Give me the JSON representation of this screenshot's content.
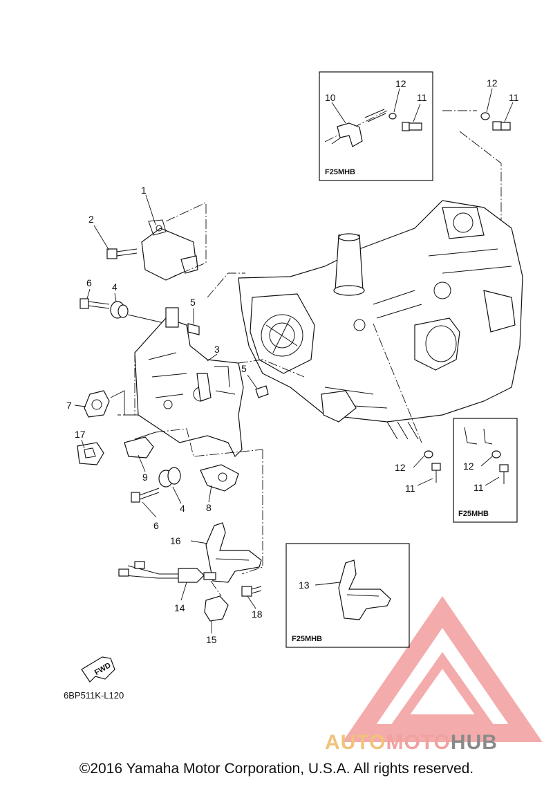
{
  "diagram": {
    "figure_code": "6BP511K-L120",
    "variant_label": "F25MHB",
    "fwd_label": "FWD",
    "callouts": {
      "p1": "1",
      "p2": "2",
      "p3": "3",
      "p4a": "4",
      "p4b": "4",
      "p5a": "5",
      "p5b": "5",
      "p6a": "6",
      "p6b": "6",
      "p7": "7",
      "p8": "8",
      "p9": "9",
      "p10": "10",
      "p11a": "11",
      "p11b": "11",
      "p11c": "11",
      "p11d": "11",
      "p12a": "12",
      "p12b": "12",
      "p12c": "12",
      "p12d": "12",
      "p13": "13",
      "p14": "14",
      "p15": "15",
      "p16": "16",
      "p17": "17",
      "p18": "18"
    }
  },
  "watermark": {
    "part1": "AUTO",
    "part2": "MOTO",
    "part3": "HUB",
    "colors": {
      "auto": "#f2c27a",
      "moto": "#f2a0a0",
      "hub": "#8a8a8a",
      "logo": "#ef8f8f"
    }
  },
  "footer": {
    "copyright": "©2016 Yamaha Motor Corporation, U.S.A. All rights reserved."
  }
}
